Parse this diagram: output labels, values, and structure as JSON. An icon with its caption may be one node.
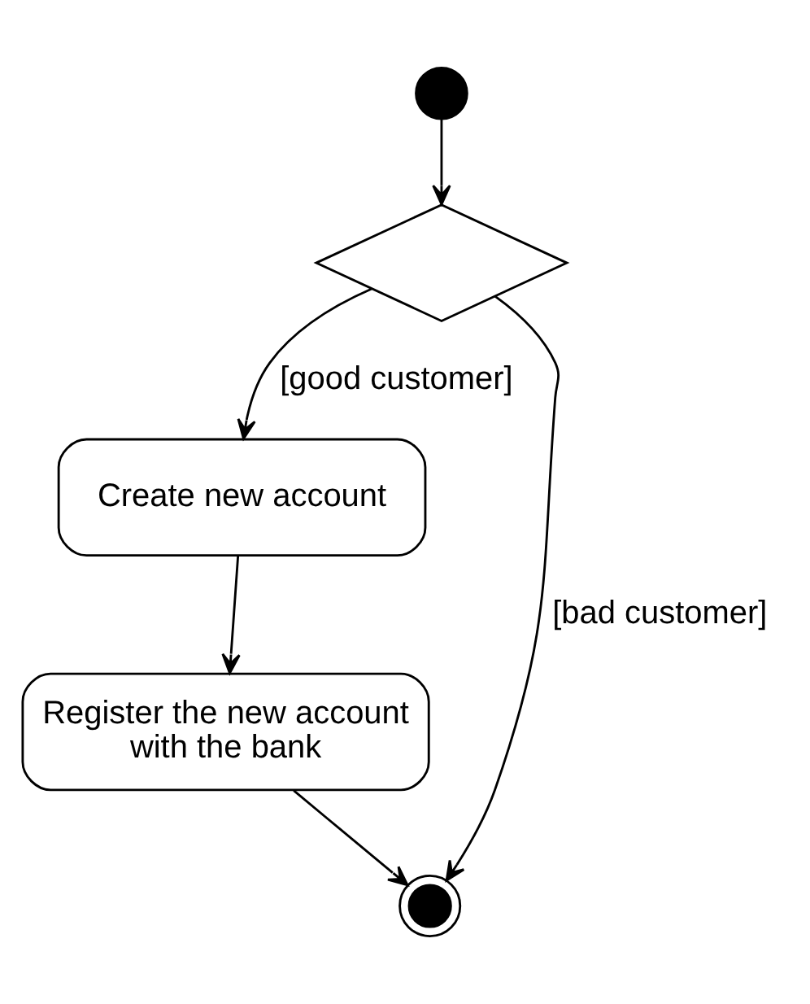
{
  "diagram": {
    "nodes": [
      {
        "text": [],
        "shape": "circle"
      },
      {
        "text": [],
        "shape": "diamond"
      },
      {
        "text": [
          "Create new account"
        ]
      },
      {
        "text": [
          "Register the new account with the bank"
        ]
      },
      {
        "text": [],
        "shape": "circle"
      }
    ],
    "edges": [
      {
        "from": 0,
        "to": 1,
        "arrow": "to"
      },
      {
        "from": 1,
        "to": 2,
        "arrow": "to",
        "label": "[good customer]"
      },
      {
        "from": 1,
        "to": 4,
        "arrow": "to",
        "label": "[bad customer]"
      },
      {
        "from": 2,
        "to": 3,
        "arrow": "to"
      },
      {
        "from": 3,
        "to": 4,
        "arrow": "to"
      }
    ]
  }
}
